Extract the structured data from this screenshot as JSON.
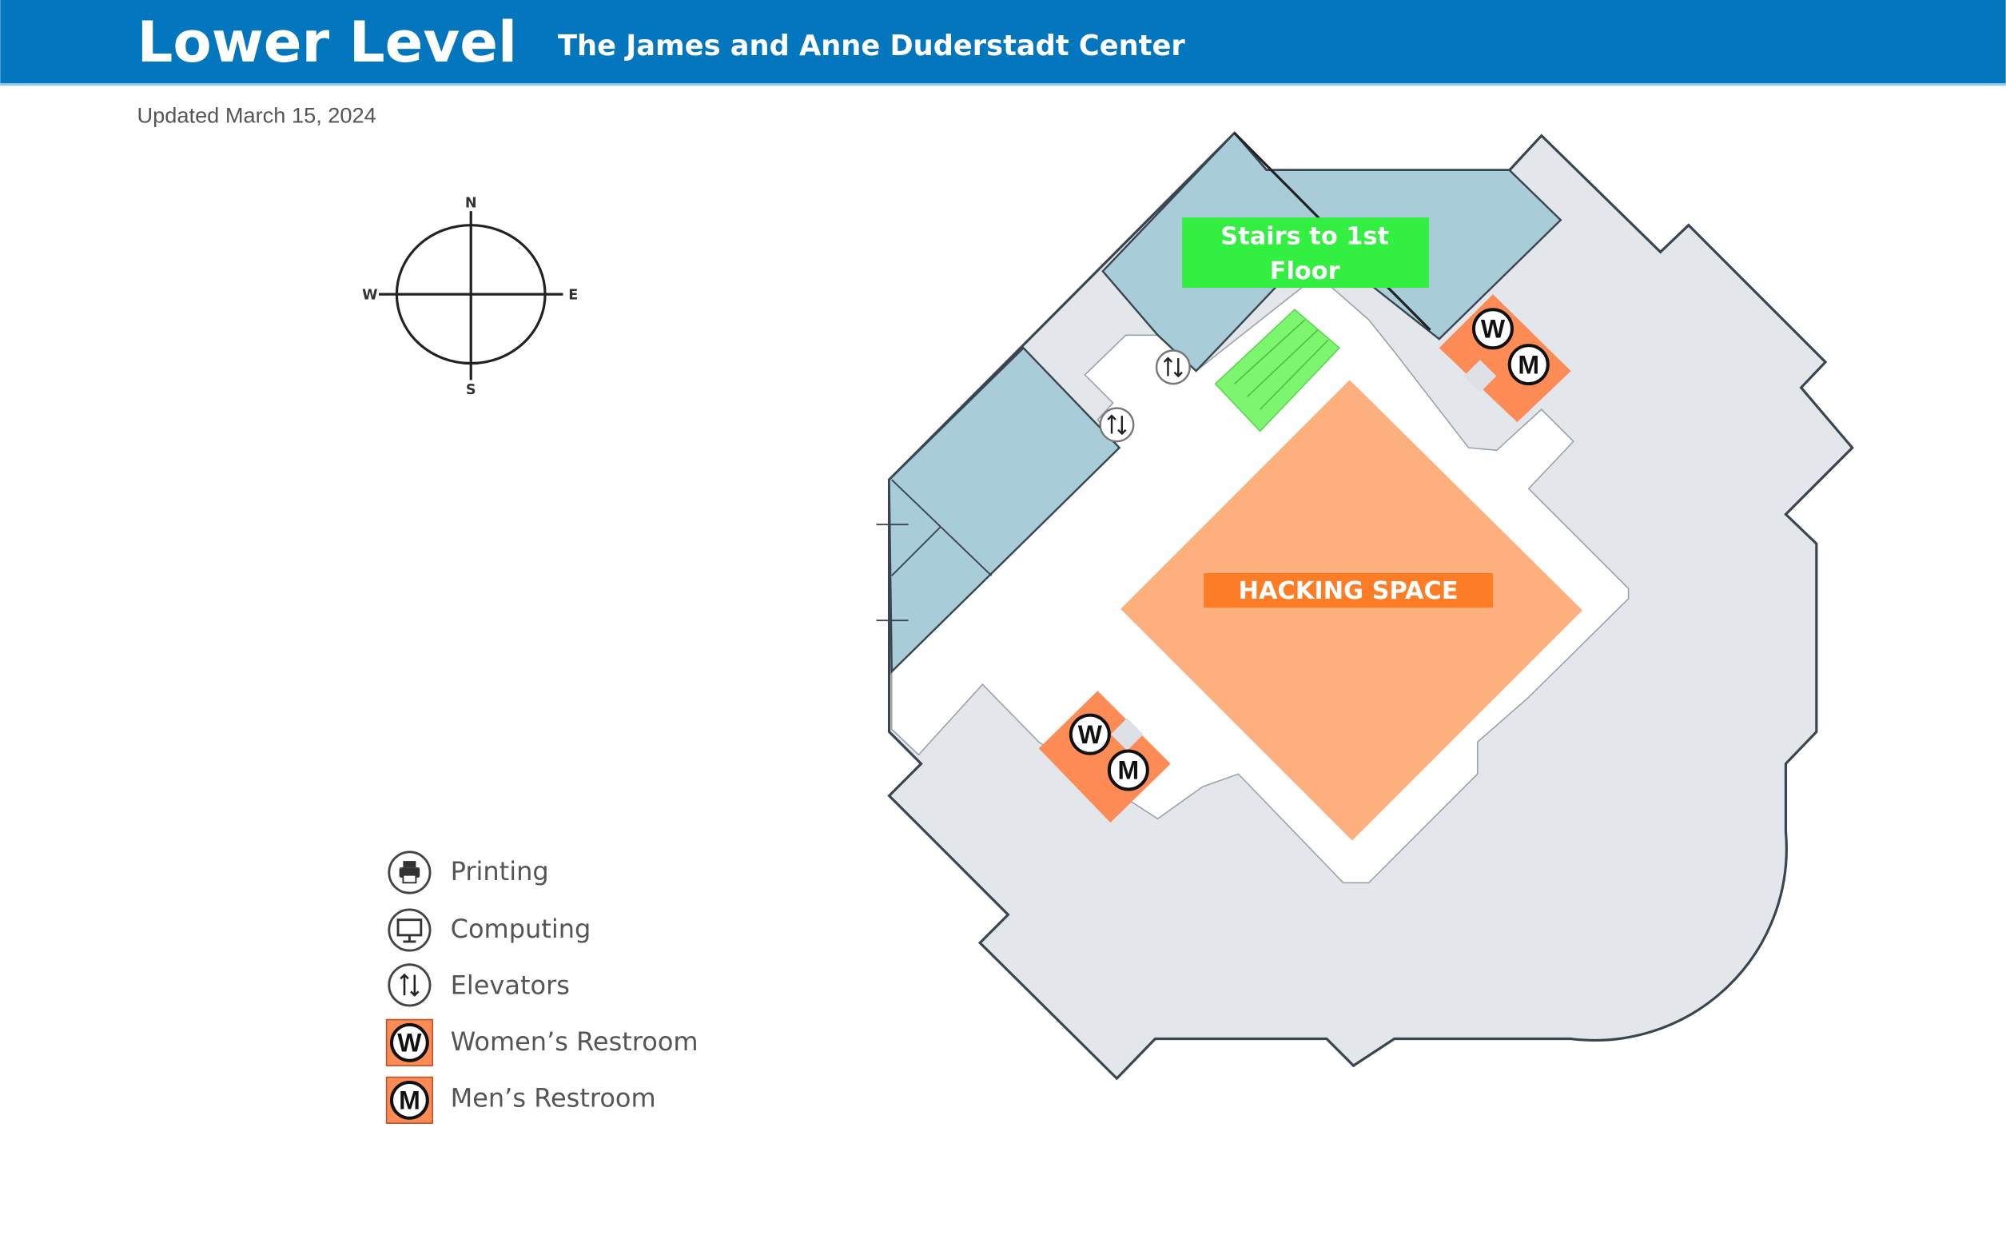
{
  "header": {
    "title": "Lower Level",
    "subtitle": "The James and Anne Duderstadt Center",
    "updated": "Updated March 15, 2024"
  },
  "compass": {
    "n": "N",
    "s": "S",
    "e": "E",
    "w": "W"
  },
  "map": {
    "stairs_label_line1": "Stairs to 1st",
    "stairs_label_line2": "Floor",
    "hacking_label": "HACKING SPACE",
    "womens_letter": "W",
    "mens_letter": "M"
  },
  "legend": [
    {
      "icon": "printer-icon",
      "label": "Printing"
    },
    {
      "icon": "monitor-icon",
      "label": "Computing"
    },
    {
      "icon": "elevator-icon",
      "label": "Elevators"
    },
    {
      "icon": "womens-restroom-icon",
      "label": "Women’s Restroom",
      "letter": "W"
    },
    {
      "icon": "mens-restroom-icon",
      "label": "Men’s Restroom",
      "letter": "M"
    }
  ],
  "colors": {
    "header": "#0476bd",
    "floor": "#e3e6eb",
    "room_blue": "#a8cdd8",
    "hacking": "#fdb07e",
    "hacking_label": "#fd7d26",
    "stairs": "#7cf56f",
    "stairs_label": "#33ef41",
    "restroom": "#fc8b55"
  }
}
